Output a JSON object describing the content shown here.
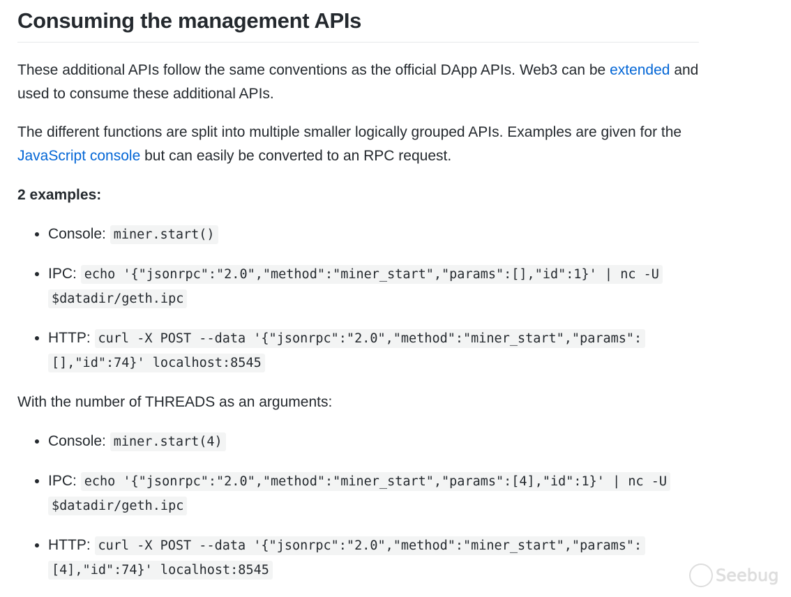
{
  "heading": "Consuming the management APIs",
  "p1": {
    "before": "These additional APIs follow the same conventions as the official DApp APIs. Web3 can be ",
    "link": "extended",
    "after": " and used to consume these additional APIs."
  },
  "p2": {
    "before": "The different functions are split into multiple smaller logically grouped APIs. Examples are given for the ",
    "link": "JavaScript console",
    "after": " but can easily be converted to an RPC request."
  },
  "examples_heading": "2 examples:",
  "list1": [
    {
      "label": "Console:",
      "code1": "miner.start()",
      "code2": null
    },
    {
      "label": "IPC:",
      "code1": "echo '{\"jsonrpc\":\"2.0\",\"method\":\"miner_start\",\"params\":[],\"id\":1}' | nc -U",
      "code2": "$datadir/geth.ipc"
    },
    {
      "label": "HTTP:",
      "code1": "curl -X POST --data '{\"jsonrpc\":\"2.0\",\"method\":\"miner_start\",\"params\":",
      "code2": "[],\"id\":74}' localhost:8545"
    }
  ],
  "threads_text": "With the number of THREADS as an arguments:",
  "list2": [
    {
      "label": "Console:",
      "code1": "miner.start(4)",
      "code2": null
    },
    {
      "label": "IPC:",
      "code1": "echo '{\"jsonrpc\":\"2.0\",\"method\":\"miner_start\",\"params\":[4],\"id\":1}' | nc -U",
      "code2": "$datadir/geth.ipc"
    },
    {
      "label": "HTTP:",
      "code1": "curl -X POST --data '{\"jsonrpc\":\"2.0\",\"method\":\"miner_start\",\"params\":",
      "code2": "[4],\"id\":74}' localhost:8545"
    }
  ],
  "watermark": "Seebug"
}
